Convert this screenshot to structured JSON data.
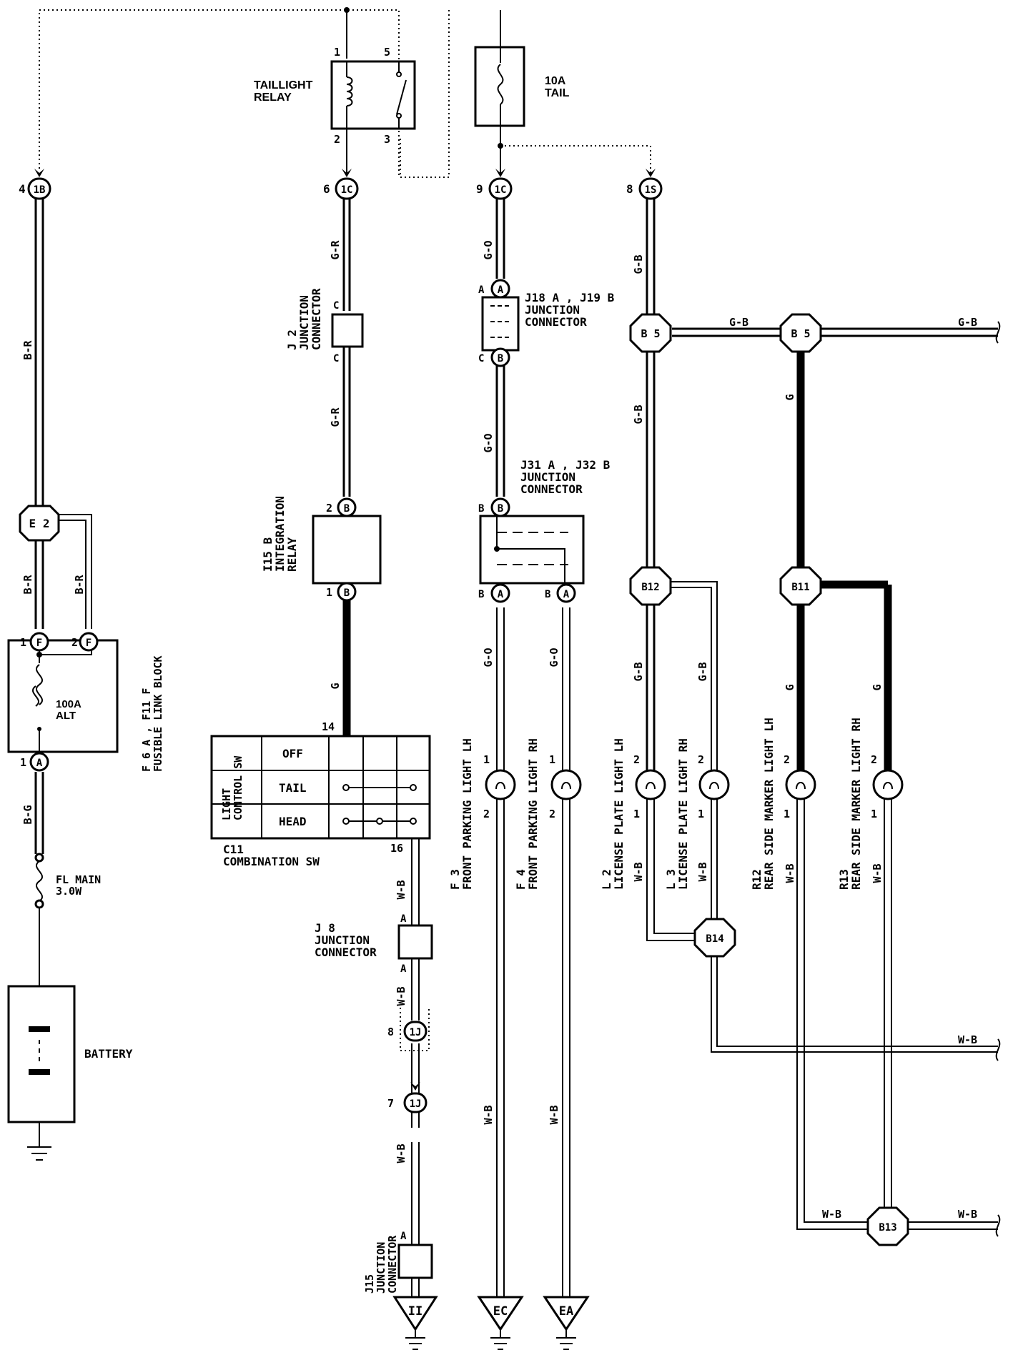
{
  "diagram": {
    "components": {
      "taillight_relay": "TAILLIGHT\nRELAY",
      "relay_pins": [
        "1",
        "5",
        "2",
        "3"
      ],
      "fuse_tail": "10A\nTAIL",
      "junction_j2": "J 2\nJUNCTION\nCONNECTOR",
      "junction_j18_j19": "J18 A , J19 B\nJUNCTION\nCONNECTOR",
      "junction_j31_j32": "J31 A , J32 B\nJUNCTION\nCONNECTOR",
      "integration_relay": "I15 B\nINTEGRATION\nRELAY",
      "fusible_link_block": "F 6 A , F11 F\nFUSIBLE LINK BLOCK",
      "fuse_alt": "100A\nALT",
      "fl_main": "FL MAIN\n3.0W",
      "battery": "BATTERY",
      "combination_sw": "C11\nCOMBINATION SW",
      "light_control_sw": "LIGHT\nCONTROL SW",
      "switch_positions": [
        "OFF",
        "TAIL",
        "HEAD"
      ],
      "junction_j8": "J 8\nJUNCTION\nCONNECTOR",
      "junction_j15": "J15\nJUNCTION\nCONNECTOR",
      "front_parking_lh": "F 3\nFRONT PARKING LIGHT LH",
      "front_parking_rh": "F 4\nFRONT PARKING LIGHT RH",
      "license_plate_lh": "L 2\nLICENSE PLATE LIGHT LH",
      "license_plate_rh": "L 3\nLICENSE PLATE LIGHT RH",
      "rear_side_marker_lh": "R12\nREAR SIDE MARKER LIGHT LH",
      "rear_side_marker_rh": "R13\nREAR SIDE MARKER LIGHT RH"
    },
    "connectors": [
      "1B",
      "1C",
      "1C",
      "1S",
      "1J",
      "1J",
      "E 2",
      "B 5",
      "B 5",
      "B12",
      "B11",
      "B14",
      "B13"
    ],
    "grounds": [
      "II",
      "EC",
      "EA"
    ],
    "wire_colors": {
      "b_r": "B-R",
      "g_r": "G-R",
      "g_o": "G-O",
      "g_b": "G-B",
      "g": "G",
      "b_g": "B-G",
      "w_b": "W-B"
    },
    "pins": {
      "p4": "4",
      "p6": "6",
      "p9": "9",
      "p8": "8",
      "p2": "2",
      "p1": "1",
      "p14": "14",
      "p16": "16",
      "p7": "7",
      "a": "A",
      "b": "B",
      "c": "C",
      "f": "F"
    }
  }
}
